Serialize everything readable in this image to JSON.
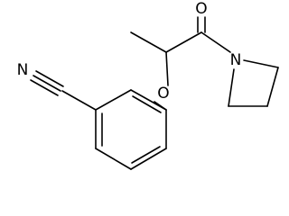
{
  "molecule": {
    "atom_labels": {
      "nitrile_n": "N",
      "ether_o": "O",
      "carbonyl_o": "O",
      "pyrrolidine_n": "N"
    }
  },
  "colors": {
    "bond": "#000000",
    "background": "#ffffff"
  }
}
